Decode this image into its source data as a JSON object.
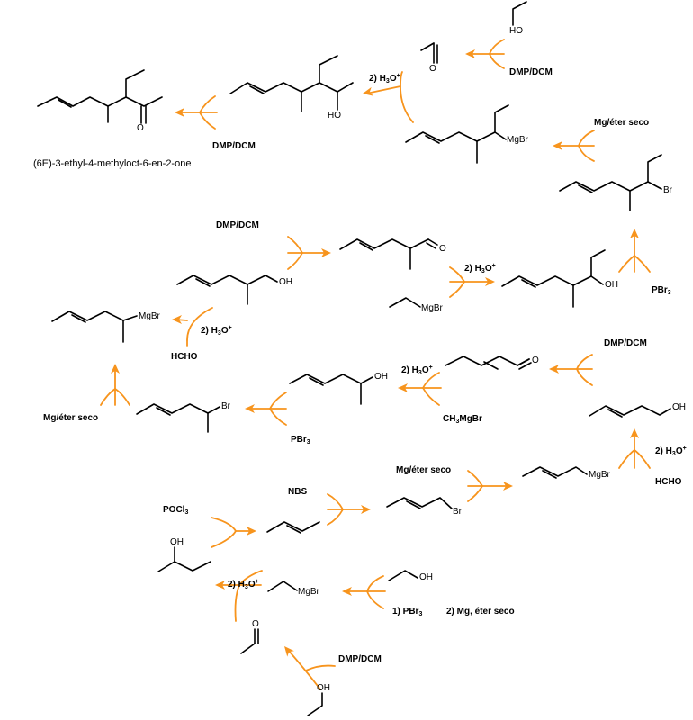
{
  "target_name": "(6E)-3-ethyl-4-methyloct-6-en-2-one",
  "reagents": {
    "dmp_dcm": "DMP/DCM",
    "mg_eter_seco": "Mg/éter seco",
    "h3o": "2) H",
    "h3o_sub": "3",
    "h3o_tail": "O",
    "h3o_sup": "+",
    "pbr3": "PBr",
    "pbr3_sub": "3",
    "hcho": "HCHO",
    "nbs": "NBS",
    "pocl3": "POCl",
    "pocl3_sub": "3",
    "ch3mgbr_pre": "CH",
    "ch3mgbr_sub": "3",
    "ch3mgbr_post": "MgBr",
    "pbr3_step1": "1) PBr",
    "mg_step2": "2) Mg, éter seco"
  },
  "atoms": {
    "oh": "OH",
    "ho": "HO",
    "o": "O",
    "br": "Br",
    "mgbr": "MgBr"
  },
  "colors": {
    "arrow": "#F7941D",
    "bond": "#000000",
    "background": "#FFFFFF"
  }
}
